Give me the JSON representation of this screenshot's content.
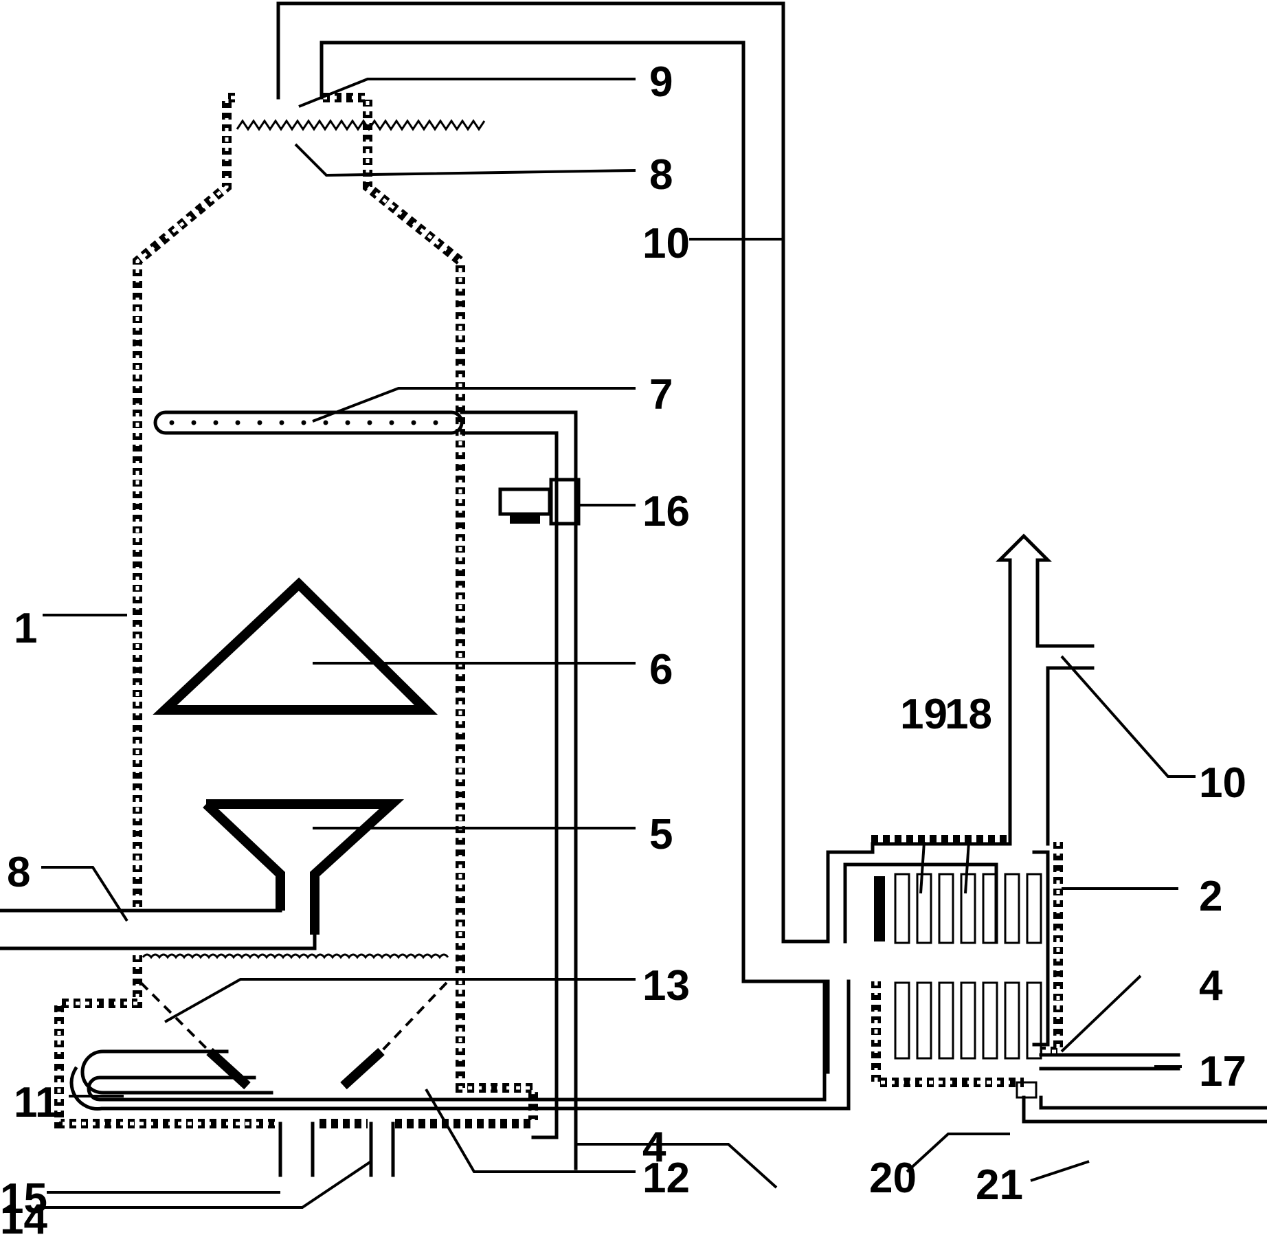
{
  "labels": {
    "l9": "9",
    "l8_top": "8",
    "l10_top": "10",
    "l7": "7",
    "l16_top": "16",
    "l1": "1",
    "l6": "6",
    "l5": "5",
    "l8_left": "8",
    "l19": "19",
    "l18": "18",
    "l10_right": "10",
    "l2": "2",
    "l13": "13",
    "l4_mid": "4",
    "l4_right": "4",
    "l17": "17",
    "l11": "11",
    "l15": "15",
    "l12": "12",
    "l20": "20",
    "l21": "21",
    "l14": "14"
  }
}
